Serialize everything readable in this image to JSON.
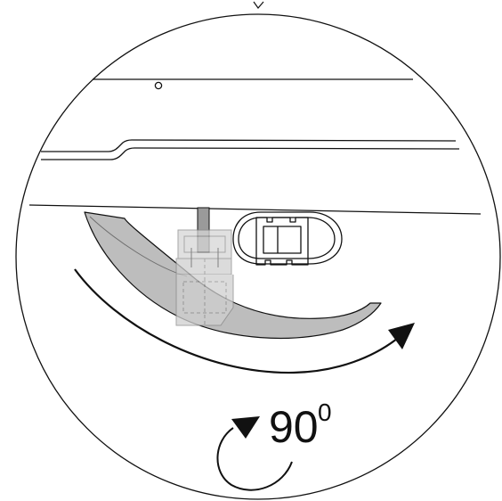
{
  "rotation_label": {
    "value": "90",
    "superscript": "0"
  },
  "colors": {
    "stroke": "#111111",
    "paddle_fill": "#bdbdbd",
    "paddle_edge": "#6f6f6f",
    "ghost_fill": "#cfcfcf",
    "ghost_stroke": "#8a8a8a",
    "background": "#ffffff"
  },
  "icons": {
    "sweep_arrow": "curved-arrow-right",
    "rotation_arrow": "clockwise-rotation-arrow"
  }
}
